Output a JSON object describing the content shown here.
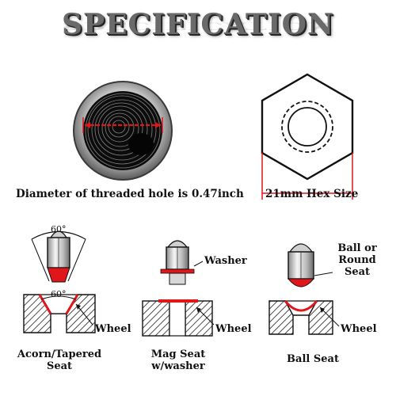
{
  "title": "SPECIFICATION",
  "top_left": {
    "caption": "Diameter of threaded hole is 0.47inch"
  },
  "top_right": {
    "caption": "21mm Hex Size"
  },
  "seats": [
    {
      "angle_top": "60°",
      "angle_bottom": "60°",
      "wheel": "Wheel",
      "caption_line1": "Acorn/Tapered",
      "caption_line2": "Seat"
    },
    {
      "callout": "Washer",
      "wheel": "Wheel",
      "caption_line1": "Mag Seat",
      "caption_line2": "w/washer"
    },
    {
      "callout_line1": "Ball or",
      "callout_line2": "Round",
      "callout_line3": "Seat",
      "wheel": "Wheel",
      "caption_line1": "Ball Seat"
    }
  ],
  "colors": {
    "accent_red": "#e0161b",
    "metal_dark": "#333333"
  }
}
